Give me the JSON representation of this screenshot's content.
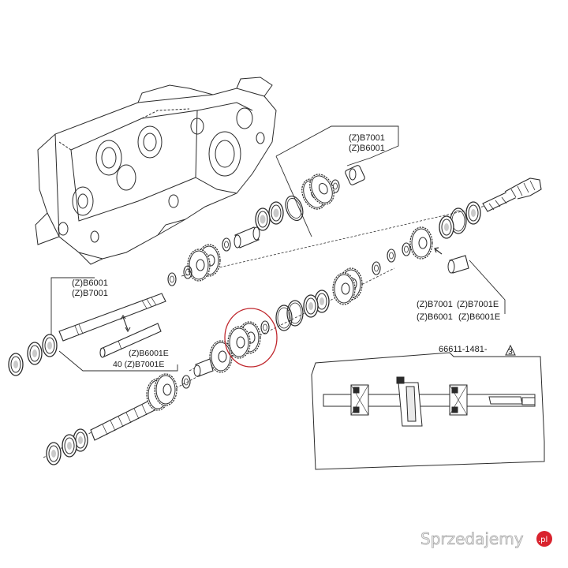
{
  "labels": {
    "upper_top": "(Z)B7001",
    "upper_bottom": "(Z)B6001",
    "left_top": "(Z)B6001",
    "left_bottom": "(Z)B7001",
    "lower_top": "(Z)B6001E",
    "lower_bottom": "40 (Z)B7001E",
    "right_row1_a": "(Z)B7001",
    "right_row1_b": "(Z)B7001E",
    "right_row2_a": "(Z)B6001",
    "right_row2_b": "(Z)B6001E",
    "part_number": "66611-1481-",
    "part_number_mark": "3"
  },
  "watermark": {
    "text": "Sprzedajemy",
    "suffix": ".pl",
    "accent_color": "#d9232e"
  },
  "colors": {
    "line": "#2b2b2b",
    "highlight_circle": "#c0282e"
  }
}
